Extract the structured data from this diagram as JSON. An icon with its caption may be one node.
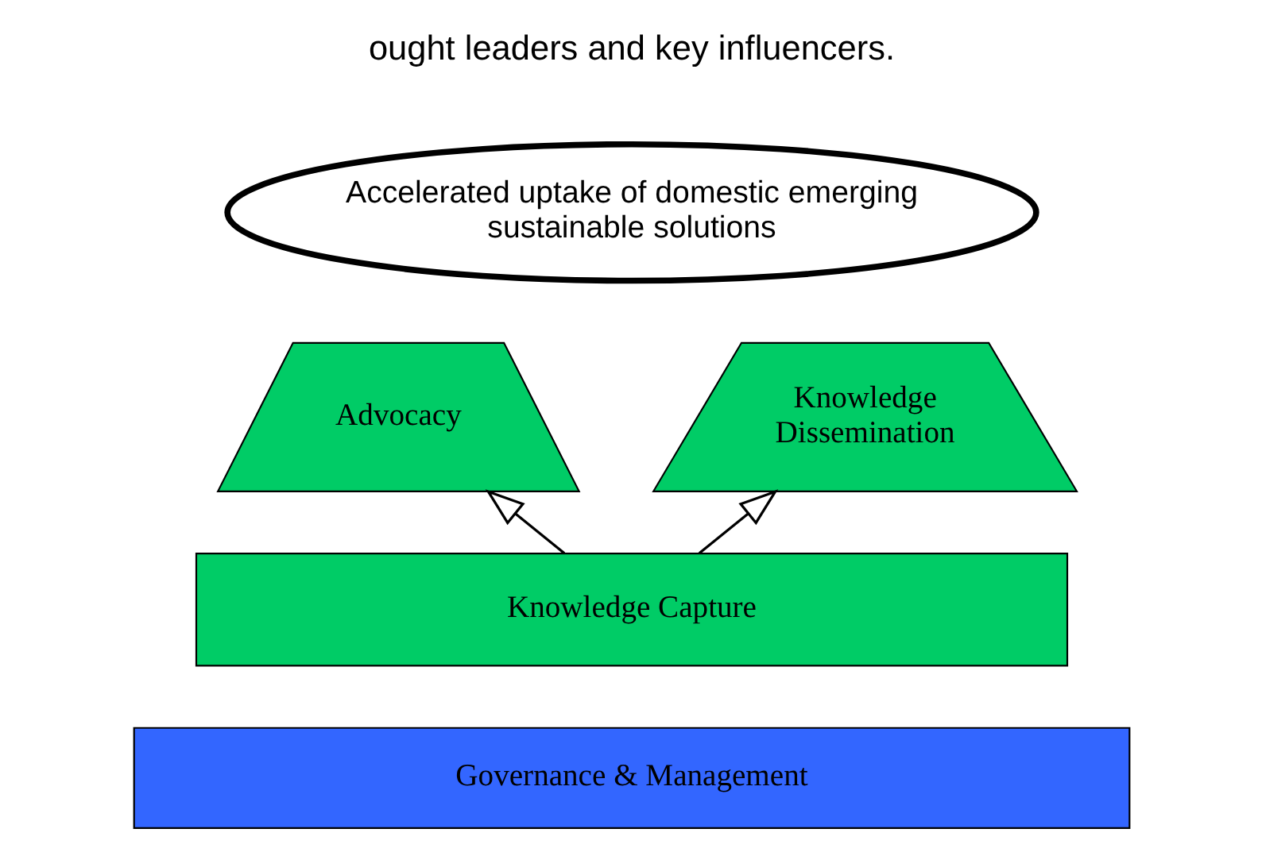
{
  "diagram": {
    "nodes": [
      {
        "text": [
          "Accelerated uptake of domestic emerging sustainable solutions"
        ]
      },
      {
        "text": [
          "Advocacy"
        ]
      },
      {
        "text": [
          "Knowledge Dissemination"
        ]
      },
      {
        "text": [
          "Knowledge Capture"
        ]
      },
      {
        "text": [
          "Governance & Management"
        ]
      }
    ],
    "edges": [
      {
        "from": 3,
        "to": 1,
        "arrow": "to"
      },
      {
        "from": 3,
        "to": 2,
        "arrow": "to"
      }
    ],
    "labels": [
      "ought leaders and key influencers."
    ]
  }
}
